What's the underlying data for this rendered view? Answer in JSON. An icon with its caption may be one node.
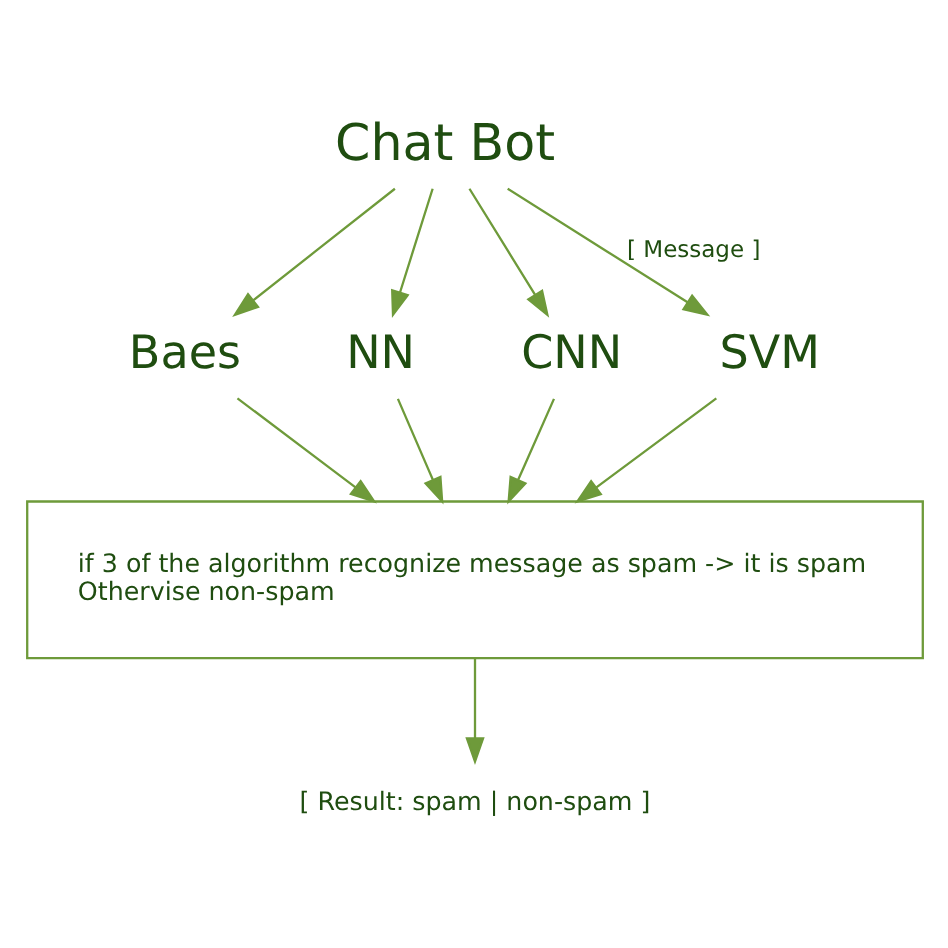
{
  "diagram": {
    "nodes": [
      {
        "text": [
          "Chat Bot"
        ]
      },
      {
        "text": [
          "Baes"
        ]
      },
      {
        "text": [
          "NN"
        ]
      },
      {
        "text": [
          "CNN"
        ]
      },
      {
        "text": [
          "SVM"
        ]
      },
      {
        "text": [
          "if 3 of the algorithm recognize message as spam -> it is spam Othervise non-spam"
        ]
      },
      {
        "text": [
          "[ Result: spam | non-spam ]"
        ]
      }
    ],
    "edges": [
      {
        "from": 0,
        "to": 1,
        "arrow": "to"
      },
      {
        "from": 0,
        "to": 2,
        "arrow": "to"
      },
      {
        "from": 0,
        "to": 3,
        "arrow": "to"
      },
      {
        "from": 0,
        "to": 4,
        "arrow": "to",
        "label": "[ Message ]"
      },
      {
        "from": 1,
        "to": 5,
        "arrow": "to"
      },
      {
        "from": 2,
        "to": 5,
        "arrow": "to"
      },
      {
        "from": 3,
        "to": 5,
        "arrow": "to"
      },
      {
        "from": 4,
        "to": 5,
        "arrow": "to"
      },
      {
        "from": 5,
        "to": 6,
        "arrow": "to"
      }
    ]
  }
}
